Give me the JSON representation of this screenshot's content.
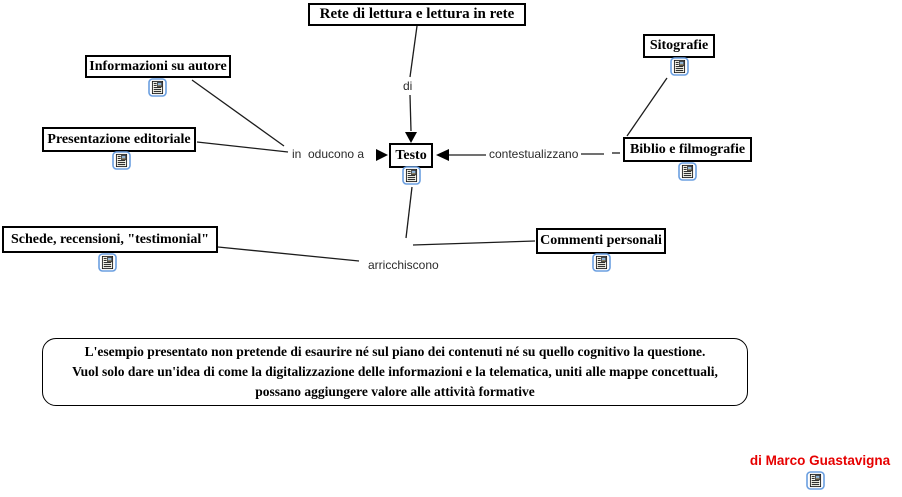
{
  "concepts": {
    "rete": {
      "label": "Rete di lettura e lettura in rete"
    },
    "informazioni": {
      "label": "Informazioni su autore"
    },
    "presentazione": {
      "label": "Presentazione editoriale"
    },
    "testo": {
      "label": "Testo"
    },
    "sitografie": {
      "label": "Sitografie"
    },
    "biblio": {
      "label": "Biblio e filmografie"
    },
    "schede": {
      "label": "Schede, recensioni, \"testimonial\""
    },
    "commenti": {
      "label": "Commenti personali"
    }
  },
  "linking_phrases": {
    "di": {
      "label": "di"
    },
    "introducono": {
      "label": "in  oducono a"
    },
    "contestualizzano": {
      "label": "contestualizzano"
    },
    "arricchiscono": {
      "label": "arricchiscono"
    }
  },
  "note": {
    "line1": "L'esempio presentato non pretende di esaurire né sul piano dei contenuti né su quello cognitivo la questione.",
    "line2": "Vuol solo dare un'idea di come la digitalizzazione delle informazioni e la telematica, uniti alle mappe concettuali,",
    "line3": "possano aggiungere valore alle attività formative"
  },
  "credit": {
    "label": "di Marco Guastavigna",
    "color": "#e60000"
  },
  "icons": {
    "resource": "resource-icon"
  },
  "colors": {
    "line": "#1c1c1c",
    "box_border": "#000000",
    "icon_border": "#6b9fe0"
  }
}
